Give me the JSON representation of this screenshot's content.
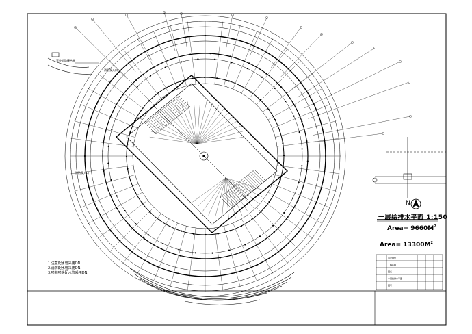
{
  "drawing": {
    "title": "一层给排水平面 1:150",
    "area_1": "Area= 9660M",
    "area_1_sup": "2",
    "area_2": "Area= 13300M",
    "area_2_sup": "2",
    "north": "N"
  },
  "notes": [
    "1.注意配水管采用DN.",
    "2.消防配水管采用DN.",
    "3.喷淋喷头配水管采用DN."
  ],
  "rooms": [
    "室外消防接合器",
    "消防泵入口",
    "消防泵入口"
  ],
  "title_block": {
    "rows": [
      "设计单位",
      "工程名称",
      "图名",
      "一层给排水平面",
      "图号"
    ]
  }
}
